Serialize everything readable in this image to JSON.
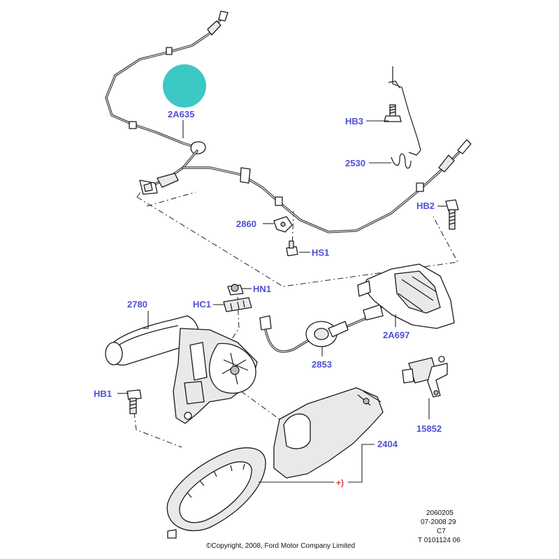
{
  "labels": {
    "l_2a635": "2A635",
    "l_hb3": "HB3",
    "l_2530": "2530",
    "l_hb2": "HB2",
    "l_2860": "2860",
    "l_hs1": "HS1",
    "l_hn1": "HN1",
    "l_hc1": "HC1",
    "l_2780": "2780",
    "l_2a697": "2A697",
    "l_2853": "2853",
    "l_hb1": "HB1",
    "l_15852": "15852",
    "l_2404": "2404",
    "l_plus": "+)"
  },
  "meta": {
    "line1": "2060205",
    "line2": "07-2008 29",
    "line3": "C7",
    "line4": "T 0101124 06",
    "copyright": "©Copyright, 2008, Ford Motor Company Limited"
  },
  "colors": {
    "label": "#4f4fd6",
    "marker": "#3cc8c4",
    "accent_red": "#e03a3a"
  }
}
